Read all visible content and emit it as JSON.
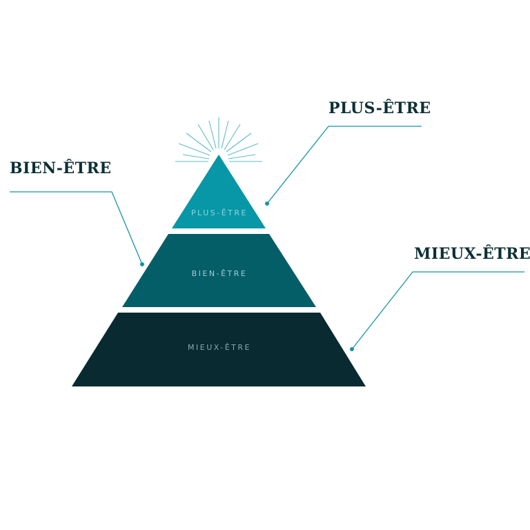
{
  "colors": {
    "background": "#ffffff",
    "tier_top": "#0797a7",
    "tier_middle": "#045e68",
    "tier_bottom": "#082a30",
    "tier_text_top": "#8fd6de",
    "tier_text_middle": "#a6cdd2",
    "tier_text_bottom": "#8fa9ad",
    "heading": "#0c2f36",
    "connector": "#1494a4",
    "rays": "#5fbcc6"
  },
  "pyramid": {
    "tiers": [
      {
        "label": "PLUS-ÊTRE"
      },
      {
        "label": "BIEN-ÊTRE"
      },
      {
        "label": "MIEUX-ÊTRE"
      }
    ]
  },
  "callouts": {
    "plus_etre": {
      "title": "PLUS-ÊTRE"
    },
    "bien_etre": {
      "title": "BIEN-ÊTRE"
    },
    "mieux_etre": {
      "title": "MIEUX-ÊTRE"
    }
  }
}
